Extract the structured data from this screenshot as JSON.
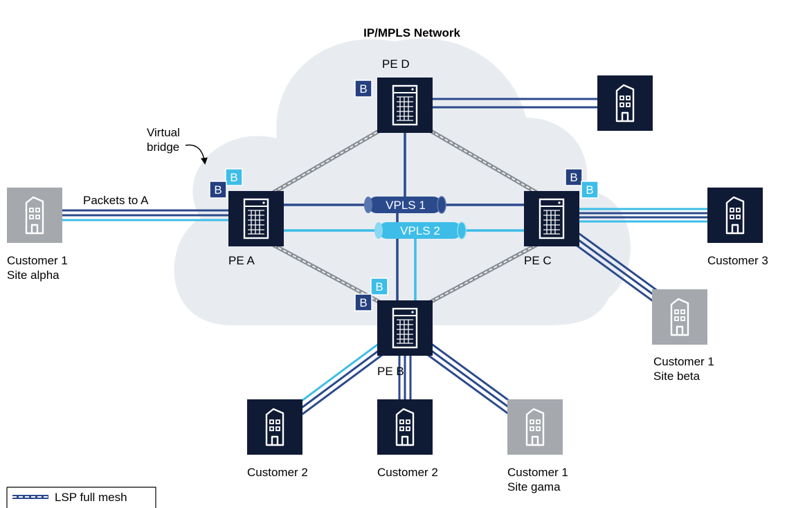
{
  "diagram": {
    "title": "IP/MPLS Network",
    "annotations": {
      "virtual_bridge": "Virtual\nbridge",
      "packets_to_a": "Packets to A"
    },
    "routers": [
      {
        "id": "pe-a",
        "label": "PE A"
      },
      {
        "id": "pe-b",
        "label": "PE B"
      },
      {
        "id": "pe-c",
        "label": "PE C"
      },
      {
        "id": "pe-d",
        "label": "PE D"
      }
    ],
    "sites": [
      {
        "id": "alpha",
        "label": "Customer 1\nSite alpha",
        "kind": "customer-1"
      },
      {
        "id": "cust3",
        "label": "Customer 3",
        "kind": "other"
      },
      {
        "id": "pe-d-site",
        "label": "",
        "kind": "other"
      },
      {
        "id": "beta",
        "label": "Customer 1\nSite beta",
        "kind": "customer-1"
      },
      {
        "id": "cust2a",
        "label": "Customer 2",
        "kind": "other"
      },
      {
        "id": "cust2b",
        "label": "Customer 2",
        "kind": "other"
      },
      {
        "id": "gama",
        "label": "Customer 1\nSite gama",
        "kind": "customer-1"
      }
    ],
    "bridge_badge": "B",
    "vpls": [
      {
        "id": "vpls1",
        "label": "VPLS 1"
      },
      {
        "id": "vpls2",
        "label": "VPLS 2"
      }
    ],
    "legend": {
      "lsp_full_mesh": "LSP full mesh"
    },
    "colors": {
      "navy": "#0f1a35",
      "vpls1_blue": "#2b4a8c",
      "vpls2_cyan": "#3dbde8",
      "badge_dark": "#25407f",
      "badge_light": "#3dbde8",
      "cloud": "#e8ecf1",
      "site_gray": "#a5a9ae",
      "lsp_gray": "#8a8f96"
    }
  }
}
